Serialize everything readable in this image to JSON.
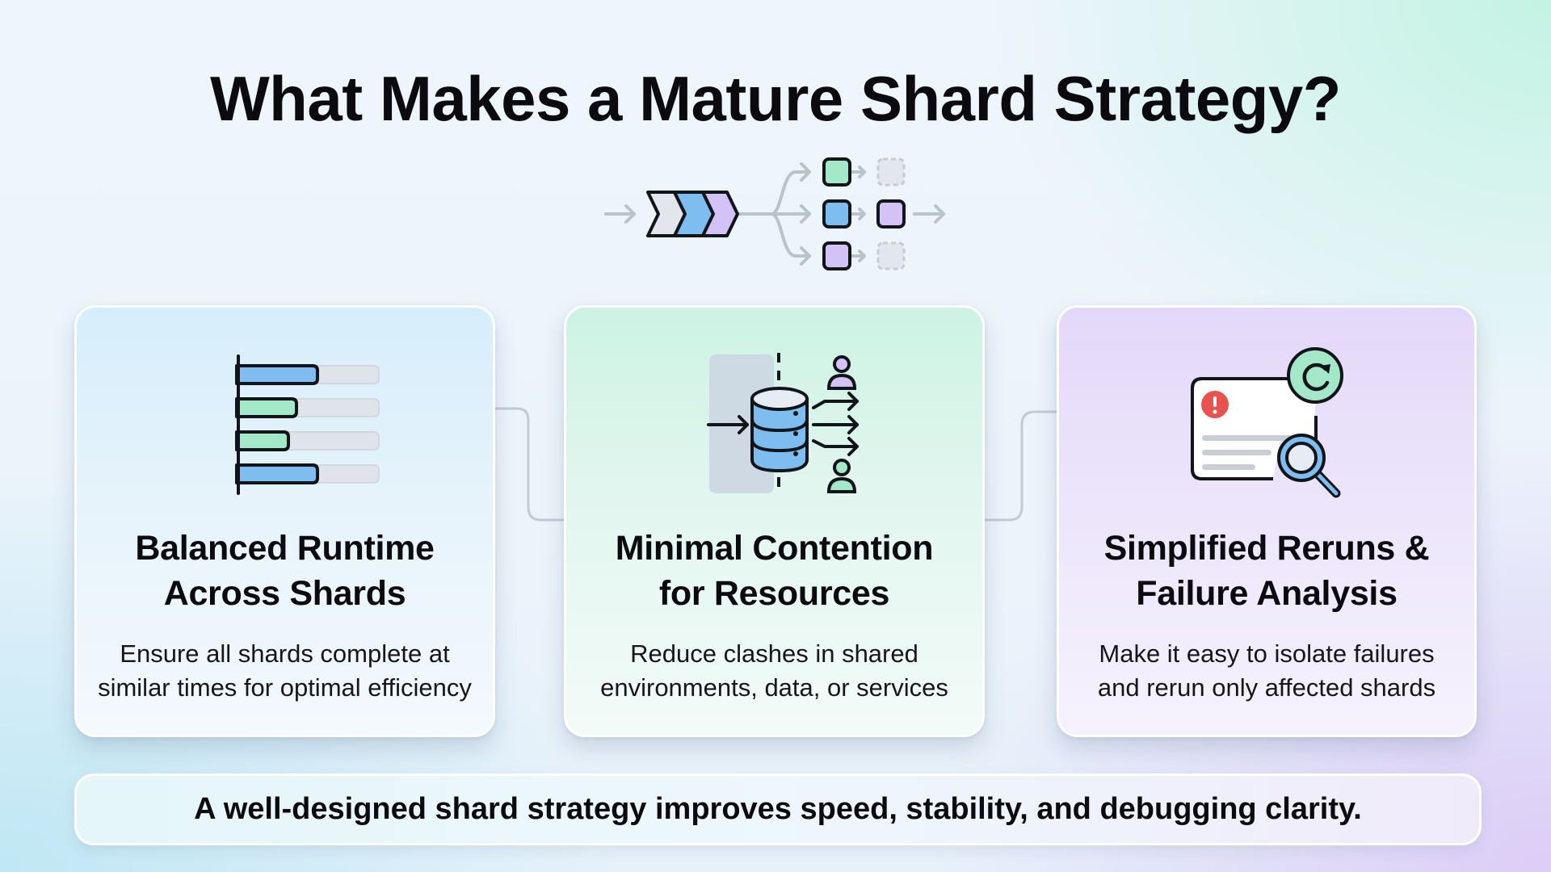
{
  "title": "What Makes a Mature Shard Strategy?",
  "flow_icon": {
    "name": "shard-pipeline-icon",
    "colors": {
      "gray": "#e3e6ec",
      "blue": "#7dbdf0",
      "purple": "#d3c2f5",
      "green": "#a3e9c9",
      "placeholder": "#dde3ea",
      "stroke": "#111418",
      "line": "#b9c3cc"
    }
  },
  "cards": [
    {
      "icon": "balanced-bars-icon",
      "heading": [
        "Balanced Runtime",
        "Across Shards"
      ],
      "body": [
        "Ensure all shards complete at",
        "similar times for optimal efficiency"
      ],
      "accent": "#d6eefb"
    },
    {
      "icon": "database-contention-icon",
      "heading": [
        "Minimal Contention",
        "for Resources"
      ],
      "body": [
        "Reduce clashes in shared",
        "environments, data, or services"
      ],
      "accent": "#cdf3e4"
    },
    {
      "icon": "rerun-failure-analysis-icon",
      "heading": [
        "Simplified Reruns &",
        "Failure Analysis"
      ],
      "body": [
        "Make it easy to isolate failures",
        "and rerun only affected shards"
      ],
      "accent": "#e4d8fa"
    }
  ],
  "footer": {
    "text": "A well-designed shard strategy improves speed, stability, and debugging clarity."
  }
}
